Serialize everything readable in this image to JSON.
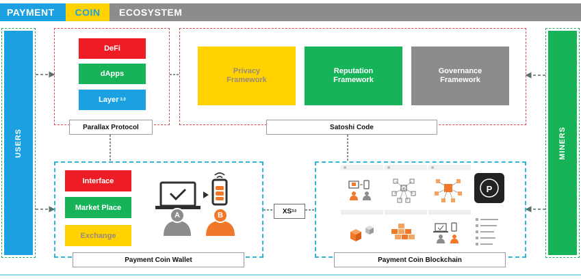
{
  "header": {
    "word1": "PAYMENT",
    "word2": "COIN",
    "word3": "ECOSYSTEM",
    "colors": {
      "blue": "#1ba1e2",
      "yellow": "#ffd200",
      "gray": "#8c8c8c"
    }
  },
  "sides": {
    "left": "USERS",
    "right": "MINERS"
  },
  "parallax": {
    "items": [
      "DeFi",
      "dApps",
      "Layer"
    ],
    "layer_sup": "3.0",
    "label": "Parallax Protocol"
  },
  "satoshi": {
    "frameworks": [
      {
        "line1": "Privacy",
        "line2": "Framework"
      },
      {
        "line1": "Reputation",
        "line2": "Framework"
      },
      {
        "line1": "Governance",
        "line2": "Framework"
      }
    ],
    "label": "Satoshi Code"
  },
  "wallet": {
    "items": [
      "Interface",
      "Market Place",
      "Exchange"
    ],
    "label": "Payment Coin Wallet",
    "avatar_a": "A",
    "avatar_b": "B"
  },
  "xs": {
    "text": "XS",
    "sup": "3.0"
  },
  "blockchain": {
    "label": "Payment Coin Blockchain",
    "logo": "P"
  }
}
